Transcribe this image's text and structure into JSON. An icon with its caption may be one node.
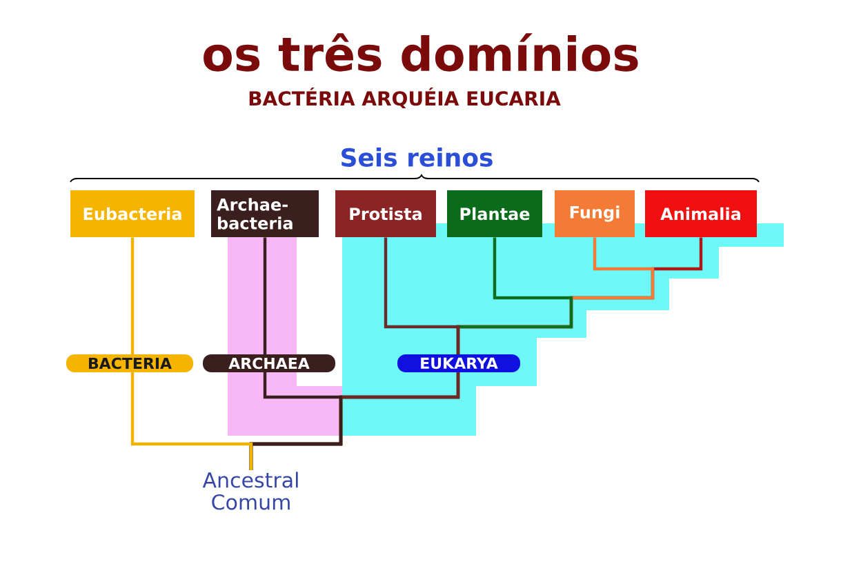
{
  "diagram": {
    "title": "os três domínios",
    "nodes": [
      {
        "text": [
          "Eubacteria"
        ]
      },
      {
        "text": [
          "Archae- bacteria"
        ]
      },
      {
        "text": [
          "Protista"
        ]
      },
      {
        "text": [
          "Plantae"
        ]
      },
      {
        "text": [
          "Fungi"
        ]
      },
      {
        "text": [
          "Animalia"
        ]
      },
      {
        "text": [
          "BACTERIA"
        ]
      },
      {
        "text": [
          "ARCHAEA"
        ]
      },
      {
        "text": [
          "EUKARYA"
        ]
      },
      {
        "text": [
          "Ancestral Comum"
        ]
      }
    ],
    "edges": [
      {
        "from": 9,
        "to": 0,
        "arrow": "none",
        "color": "#f0b400"
      },
      {
        "from": 9,
        "to": 1,
        "arrow": "none",
        "color": "#3b1e1e"
      },
      {
        "from": 9,
        "to": 2,
        "arrow": "none",
        "color": "#6b2a2a"
      },
      {
        "from": 9,
        "to": 3,
        "arrow": "none",
        "color": "#0d6e1e"
      },
      {
        "from": 9,
        "to": 4,
        "arrow": "none",
        "color": "#f07a38"
      },
      {
        "from": 9,
        "to": 5,
        "arrow": "none",
        "color": "#b01818"
      }
    ],
    "labels": [
      "BACTÉRIA ARQUÉIA EUCARIA",
      "Seis reinos"
    ]
  }
}
